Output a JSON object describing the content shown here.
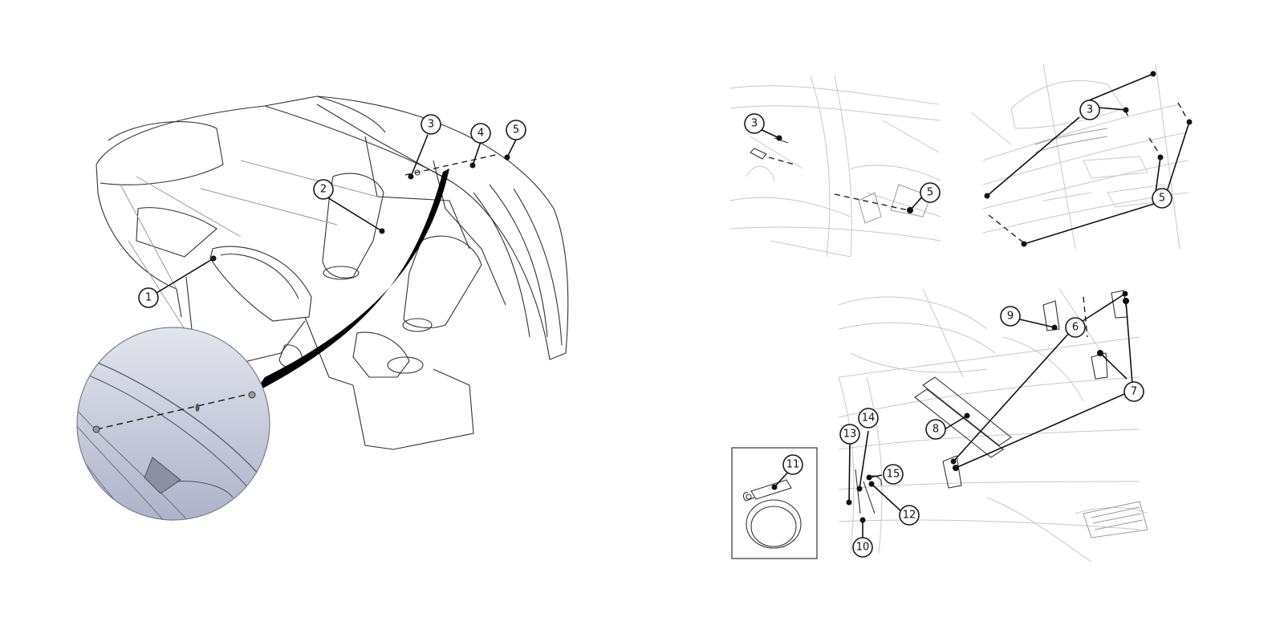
{
  "callouts": {
    "main": {
      "c1": "1",
      "c2": "2",
      "c3": "3",
      "c4": "4",
      "c5": "5"
    },
    "topLeft": {
      "c3": "3",
      "c5": "5"
    },
    "topRight": {
      "c3": "3",
      "c5": "5"
    },
    "bottom": {
      "c6": "6",
      "c7": "7",
      "c8": "8",
      "c9": "9",
      "c10": "10",
      "c12": "12",
      "c13": "13",
      "c14": "14",
      "c15": "15"
    },
    "clamp": {
      "c11": "11"
    }
  },
  "colors": {
    "line": "#111111",
    "sketch": "#c8c8c8",
    "magnifier": "#b9bdd0"
  }
}
